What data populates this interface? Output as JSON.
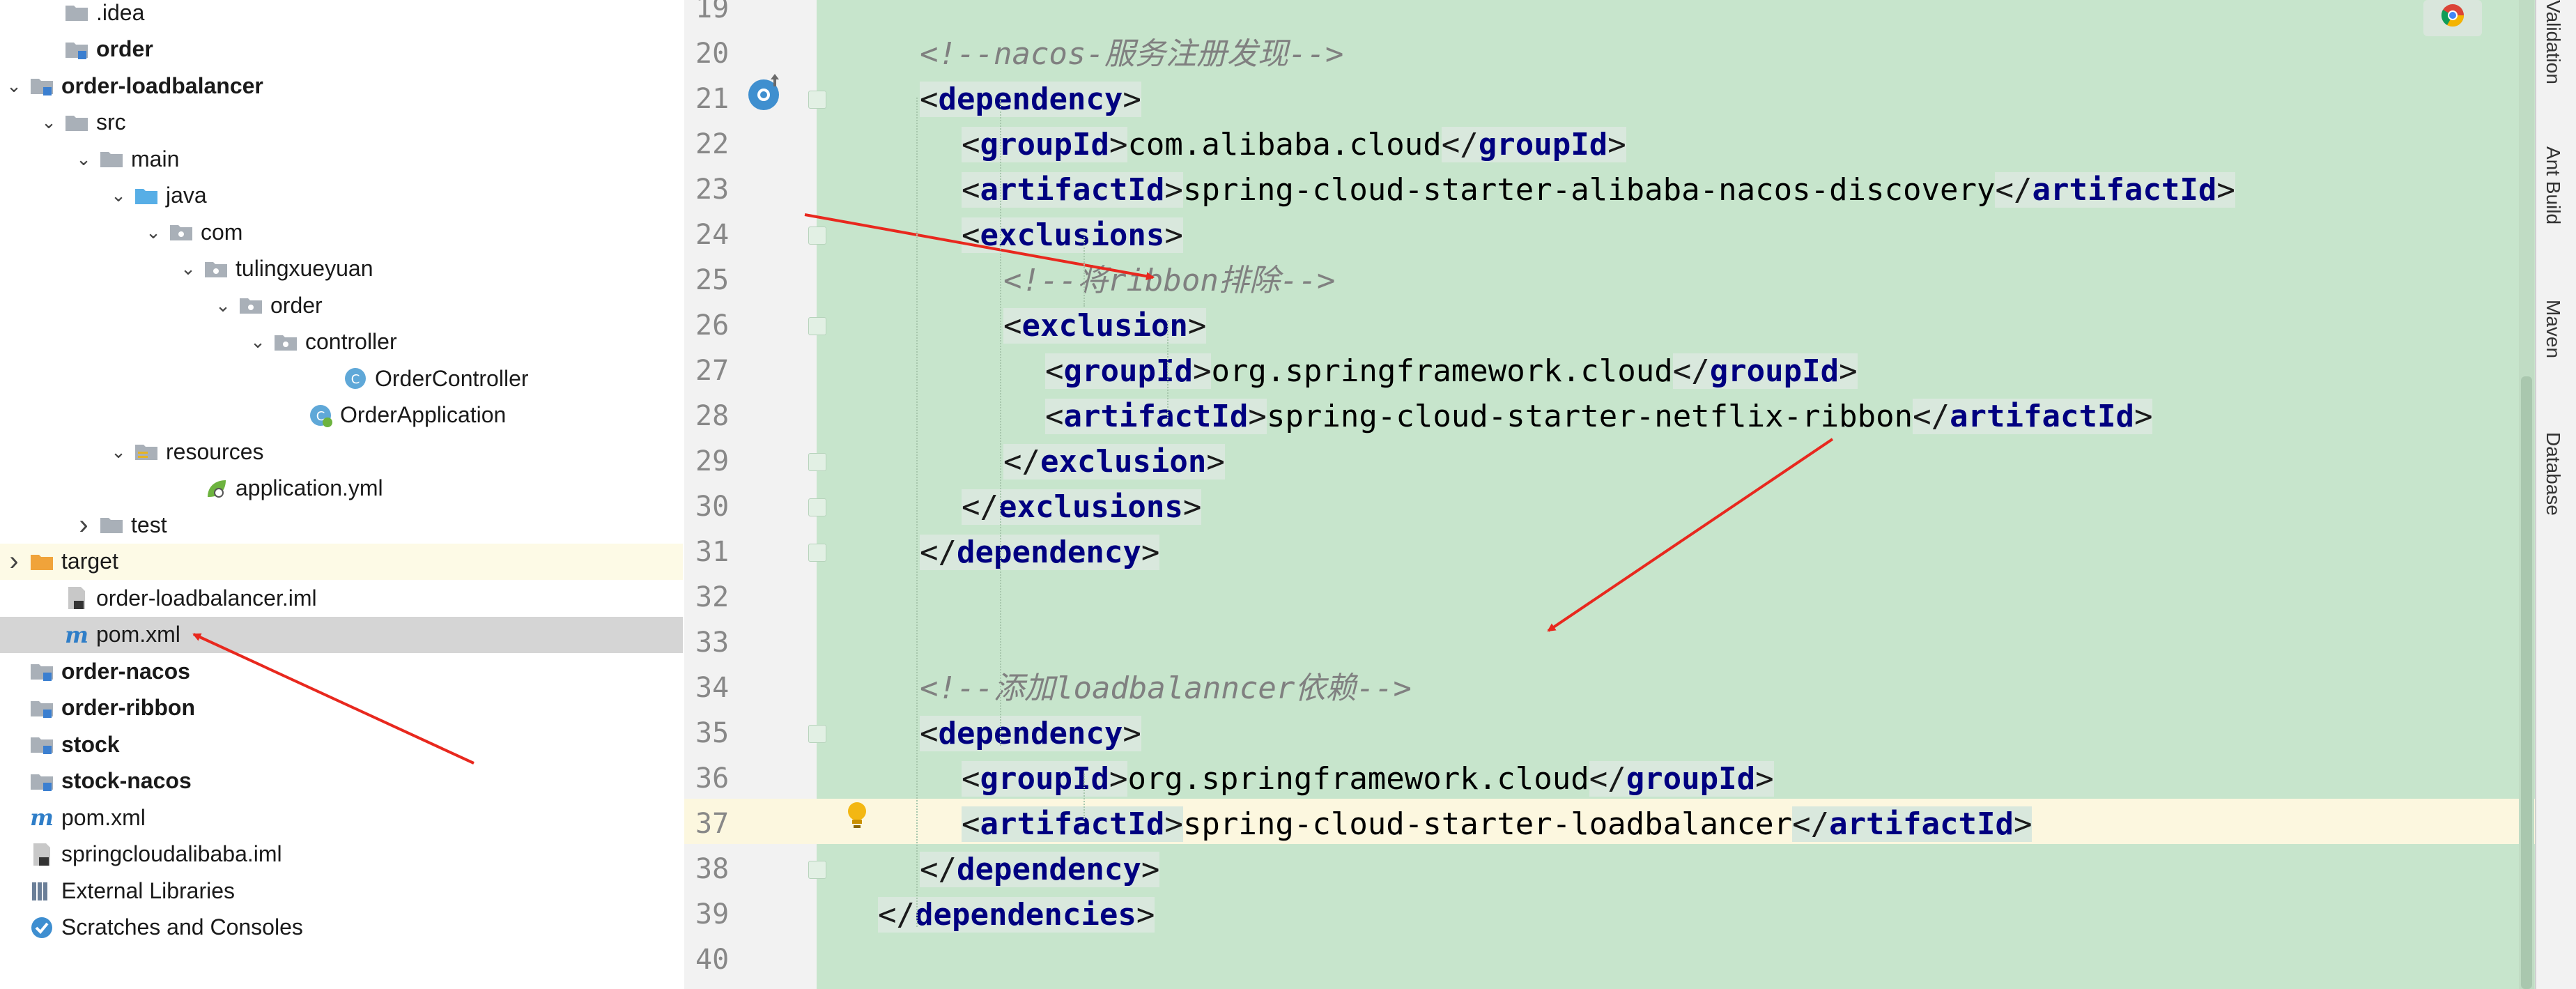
{
  "tree": [
    {
      "label": ".idea",
      "icon": "folder-icon",
      "arrow": "",
      "bold": false
    },
    {
      "label": "order",
      "icon": "module-folder-icon",
      "arrow": "",
      "bold": true
    },
    {
      "label": "order-loadbalancer",
      "icon": "module-folder-icon",
      "arrow": "down",
      "bold": true
    },
    {
      "label": "src",
      "icon": "folder-icon",
      "arrow": "down",
      "bold": false
    },
    {
      "label": "main",
      "icon": "folder-icon",
      "arrow": "down",
      "bold": false
    },
    {
      "label": "java",
      "icon": "source-folder-icon",
      "arrow": "down",
      "bold": false
    },
    {
      "label": "com",
      "icon": "package-icon",
      "arrow": "down",
      "bold": false
    },
    {
      "label": "tulingxueyuan",
      "icon": "package-icon",
      "arrow": "down",
      "bold": false
    },
    {
      "label": "order",
      "icon": "package-icon",
      "arrow": "down",
      "bold": false
    },
    {
      "label": "controller",
      "icon": "package-icon",
      "arrow": "down",
      "bold": false
    },
    {
      "label": "OrderController",
      "icon": "class-icon",
      "arrow": "",
      "bold": false
    },
    {
      "label": "OrderApplication",
      "icon": "spring-class-icon",
      "arrow": "",
      "bold": false
    },
    {
      "label": "resources",
      "icon": "resources-folder-icon",
      "arrow": "down",
      "bold": false
    },
    {
      "label": "application.yml",
      "icon": "yaml-icon",
      "arrow": "",
      "bold": false
    },
    {
      "label": "test",
      "icon": "folder-icon",
      "arrow": "right",
      "bold": false
    },
    {
      "label": "target",
      "icon": "excluded-folder-icon",
      "arrow": "right",
      "bold": false
    },
    {
      "label": "order-loadbalancer.iml",
      "icon": "iml-file-icon",
      "arrow": "",
      "bold": false
    },
    {
      "label": "pom.xml",
      "icon": "maven-icon",
      "arrow": "",
      "bold": false
    },
    {
      "label": "order-nacos",
      "icon": "module-folder-icon",
      "arrow": "",
      "bold": true
    },
    {
      "label": "order-ribbon",
      "icon": "module-folder-icon",
      "arrow": "",
      "bold": true
    },
    {
      "label": "stock",
      "icon": "module-folder-icon",
      "arrow": "",
      "bold": true
    },
    {
      "label": "stock-nacos",
      "icon": "module-folder-icon",
      "arrow": "",
      "bold": true
    },
    {
      "label": "pom.xml",
      "icon": "maven-icon",
      "arrow": "",
      "bold": false
    },
    {
      "label": "springcloudalibaba.iml",
      "icon": "iml-file-icon",
      "arrow": "",
      "bold": false
    },
    {
      "label": "External Libraries",
      "icon": "libraries-icon",
      "arrow": "",
      "bold": false
    },
    {
      "label": "Scratches and Consoles",
      "icon": "scratches-icon",
      "arrow": "",
      "bold": false
    }
  ],
  "editor": {
    "lines": [
      {
        "n": "19",
        "text": ""
      },
      {
        "n": "20",
        "text": "<!--nacos-服务注册发现-->"
      },
      {
        "n": "21",
        "text": "<dependency>"
      },
      {
        "n": "22",
        "text": "<groupId>com.alibaba.cloud</groupId>"
      },
      {
        "n": "23",
        "text": "<artifactId>spring-cloud-starter-alibaba-nacos-discovery</artifactId>"
      },
      {
        "n": "24",
        "text": "<exclusions>"
      },
      {
        "n": "25",
        "text": "<!--将ribbon排除-->"
      },
      {
        "n": "26",
        "text": "<exclusion>"
      },
      {
        "n": "27",
        "text": "<groupId>org.springframework.cloud</groupId>"
      },
      {
        "n": "28",
        "text": "<artifactId>spring-cloud-starter-netflix-ribbon</artifactId>"
      },
      {
        "n": "29",
        "text": "</exclusion>"
      },
      {
        "n": "30",
        "text": "</exclusions>"
      },
      {
        "n": "31",
        "text": "</dependency>"
      },
      {
        "n": "32",
        "text": ""
      },
      {
        "n": "33",
        "text": ""
      },
      {
        "n": "34",
        "text": "<!--添加loadbalanncer依赖-->"
      },
      {
        "n": "35",
        "text": "<dependency>"
      },
      {
        "n": "36",
        "text": "<groupId>org.springframework.cloud</groupId>"
      },
      {
        "n": "37",
        "text": "<artifactId>spring-cloud-starter-loadbalancer</artifactId>"
      },
      {
        "n": "38",
        "text": "</dependency>"
      },
      {
        "n": "39",
        "text": "</dependencies>"
      },
      {
        "n": "40",
        "text": ""
      }
    ]
  },
  "right_tools": [
    "Validation",
    "Ant Build",
    "Maven",
    "Database"
  ],
  "colors": {
    "editor_bg": "#c7e5cc",
    "tag": "#000080",
    "comment": "#808080",
    "arrow": "#e8281e"
  }
}
